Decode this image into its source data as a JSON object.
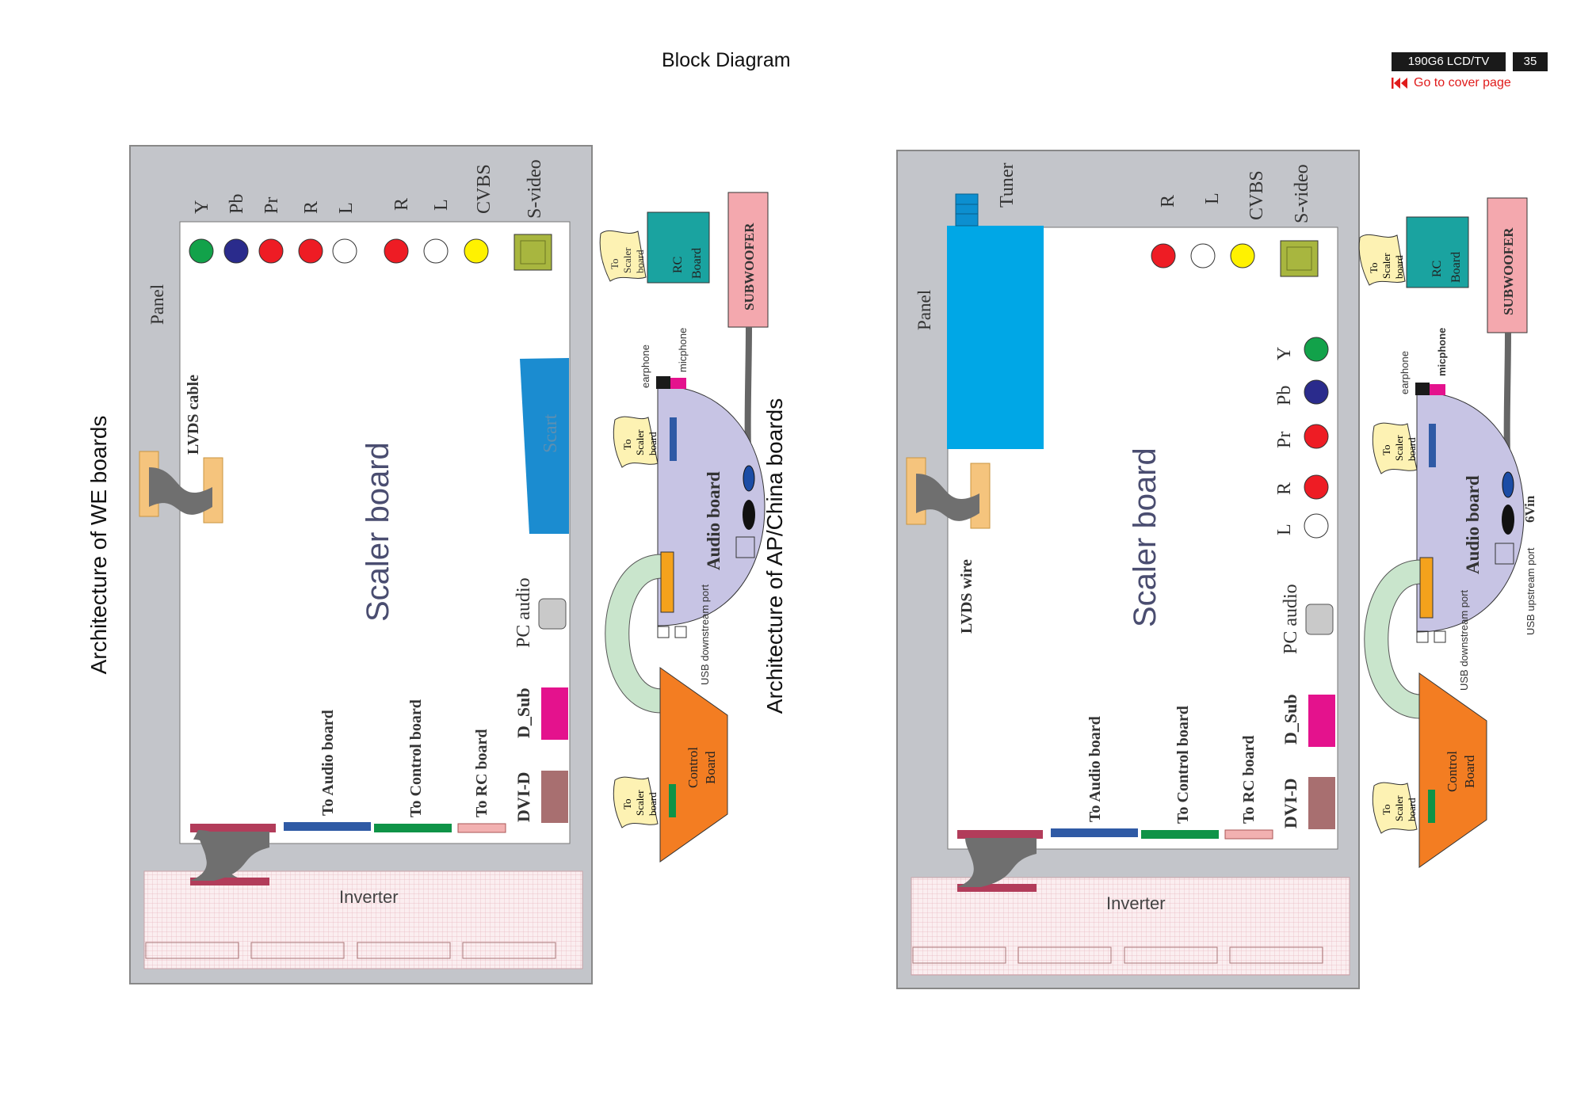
{
  "header": {
    "title": "Block Diagram",
    "model": "190G6 LCD/TV",
    "page_number": "35",
    "cover_link": "Go to cover page"
  },
  "we": {
    "side_title": "Architecture of WE boards",
    "panel": "Panel",
    "connectors": [
      "Y",
      "Pb",
      "Pr",
      "R",
      "L",
      "R",
      "L",
      "CVBS",
      "S-video"
    ],
    "lvds": "LVDS cable",
    "scaler": "Scaler board",
    "scart": "Scart",
    "pc_audio": "PC audio",
    "d_sub": "D_Sub",
    "dvi": "DVI-D",
    "to_audio": "To Audio board",
    "to_control": "To Control board",
    "to_rc": "To RC board",
    "inverter": "Inverter"
  },
  "ap": {
    "side_title": "Architecture of AP/China boards",
    "panel": "Panel",
    "tuner": "Tuner",
    "top_connectors": [
      "R",
      "L",
      "CVBS",
      "S-video"
    ],
    "side_connectors": [
      "Y",
      "Pb",
      "Pr",
      "R",
      "L"
    ],
    "lvds": "LVDS wire",
    "scaler": "Scaler board",
    "pc_audio": "PC audio",
    "d_sub": "D_Sub",
    "dvi": "DVI-D",
    "to_audio": "To Audio board",
    "to_control": "To Control board",
    "to_rc": "To RC board",
    "inverter": "Inverter"
  },
  "peripherals": {
    "to_scaler": [
      "To",
      "Scaler",
      "board"
    ],
    "rc_board": [
      "RC",
      "Board"
    ],
    "subwoofer": "SUBWOOFER",
    "earphone": "earphone",
    "micphone": "micphone",
    "audio_board": "Audio board",
    "usb_down": "USB downstream port",
    "usb_up": "USB upstream port",
    "vin": "6Vin",
    "control_board": [
      "Control",
      "Board"
    ]
  },
  "colors": {
    "panel_gray": "#c3c5ca",
    "scaler_white": "#ffffff",
    "rc_teal": "#1aa3a0",
    "subwoofer_pink": "#f4a8ae",
    "audio_lavender": "#c7c4e4",
    "control_orange": "#f37d22",
    "tuner_blue": "#00a7e6",
    "scart_blue": "#1b8cd0",
    "dsub_magenta": "#e4128d",
    "dvi_brown": "#a86f70",
    "link_red": "#e01b1b"
  }
}
